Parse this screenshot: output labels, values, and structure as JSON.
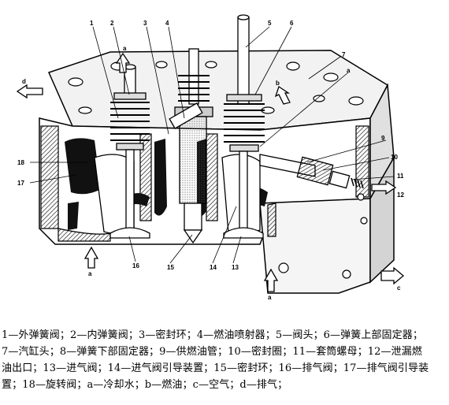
{
  "figure": {
    "callouts": {
      "n1": "1",
      "n2": "2",
      "n3": "3",
      "n4": "4",
      "n5": "5",
      "n6": "6",
      "n7": "7",
      "n9": "9",
      "n10": "10",
      "n11": "11",
      "n12": "12",
      "n13": "13",
      "n14": "14",
      "n15": "15",
      "n16": "16",
      "n17": "17",
      "n18": "18",
      "a_top": "a",
      "a_left": "a",
      "a_bottom": "a",
      "a_right": "a",
      "b": "b",
      "c": "c",
      "d": "d"
    }
  },
  "caption": {
    "line1": "1—外弹簧阀；2—内弹簧阀；3—密封环；4—燃油喷射器；5—阀头；6—弹簧上部固定器；",
    "line2": "7—汽缸头；8—弹簧下部固定器；9—供燃油管；10—密封圈；11—套筒螺母；12—泄漏燃",
    "line3": "油出口；13—进气阀；14—进气阀引导装置；15—密封环；16—排气阀；17—排气阀引导装",
    "line4": "置；18—旋转阀；a—冷却水；b—燃油；c—空气；d—排气；"
  }
}
